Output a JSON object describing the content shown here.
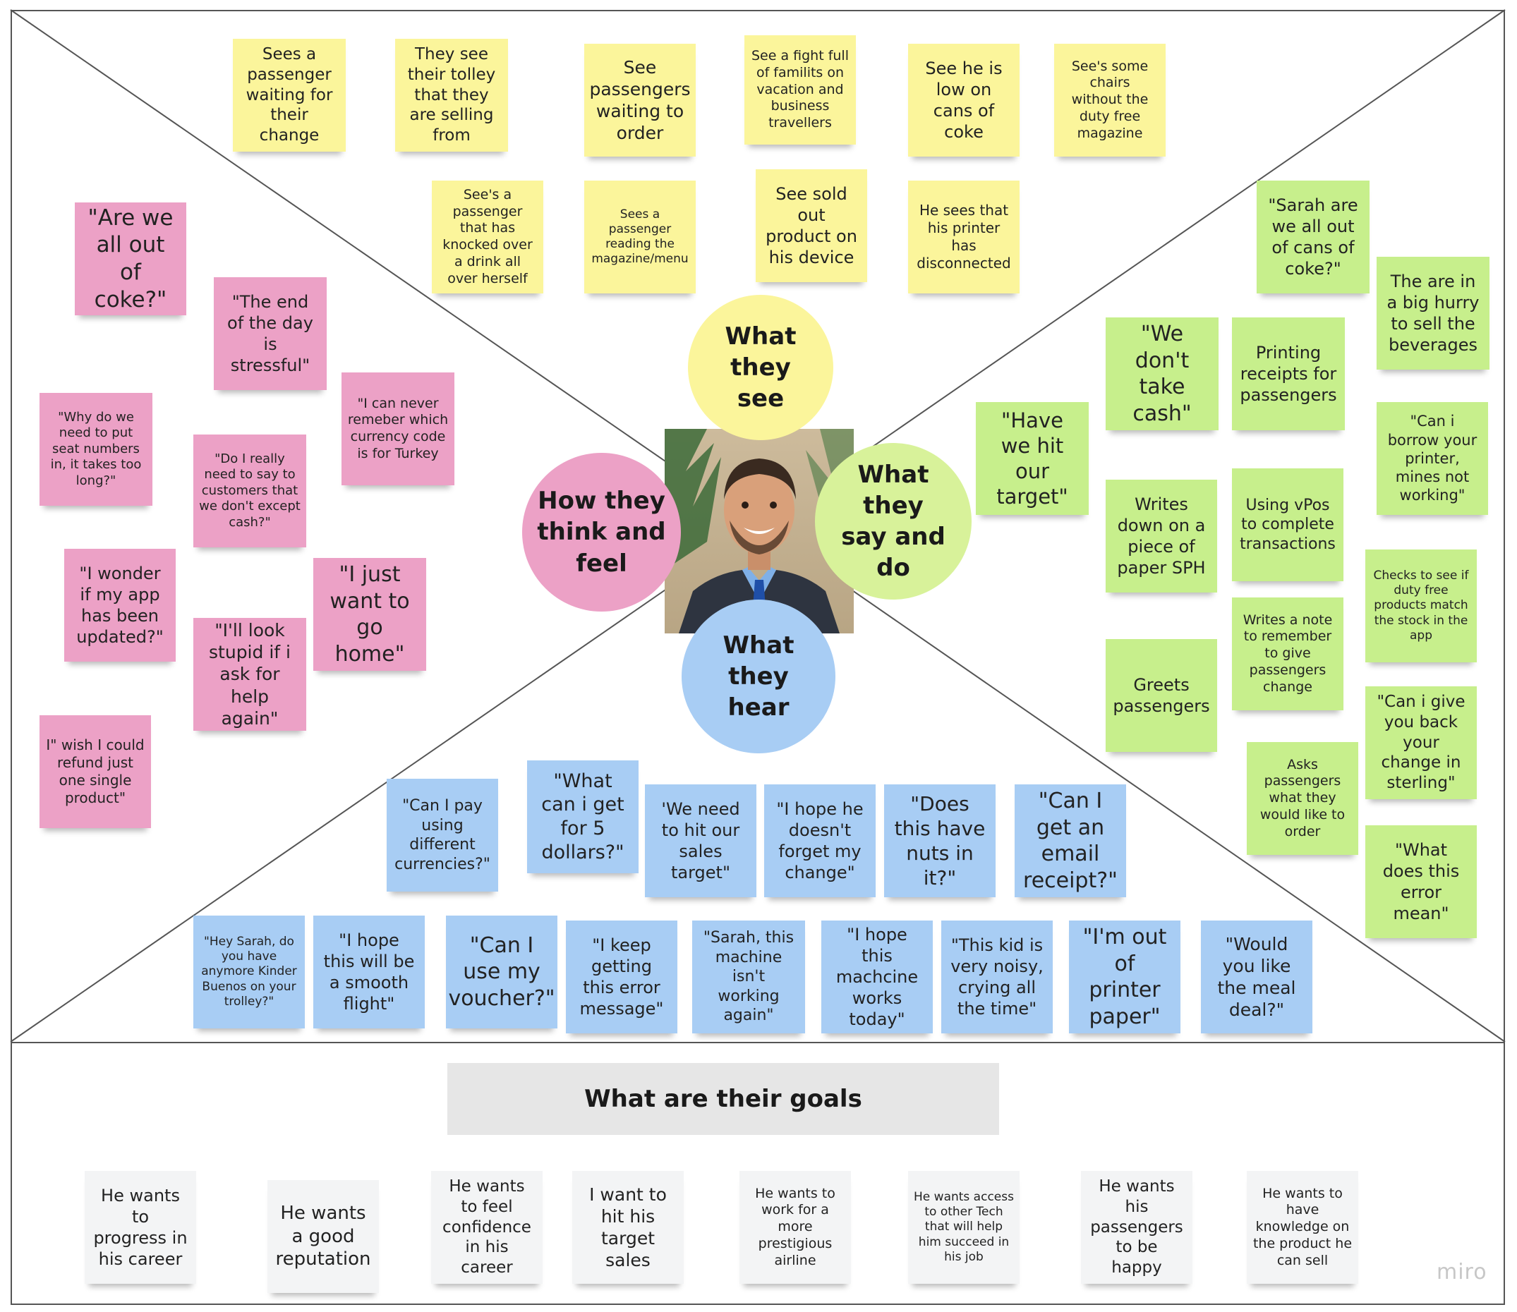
{
  "persona": {
    "photo_description": "smiling man in suit"
  },
  "quadrants": {
    "see": "What they see",
    "say_do": "What they say and do",
    "hear": "What they hear",
    "think_feel": "How they think and feel"
  },
  "goals_title": "What are their goals",
  "brand": "miro",
  "colors": {
    "see": "#fbf59b",
    "think_feel": "#eca1c6",
    "say_do": "#c7ef8c",
    "hear": "#a8cdf4",
    "goals": "#f3f4f5"
  },
  "see_notes": [
    "Sees a passenger waiting for their change",
    "They see their tolley that they are selling from",
    "See passengers waiting to order",
    "See a fight full of familits on vacation and business travellers",
    "See he is low on cans of coke",
    "See's some chairs without the duty free magazine",
    "See's a passenger that has knocked over a drink all over herself",
    "Sees a passenger reading the magazine/menu",
    "See sold out product on his device",
    "He sees that his printer has disconnected"
  ],
  "think_notes": [
    "\"Are we all out of coke?\"",
    "\"The end of the day is stressful\"",
    "\"I can never remeber which currency code is for Turkey",
    "\"Why do we need to put seat numbers in, it takes too long?\"",
    "\"Do I really need to say to customers that we don't except cash?\"",
    "\"I wonder if my app has been updated?\"",
    "\"I just want to go home\"",
    "\"I'll look stupid if i ask for help again\"",
    "I\" wish I could refund just one single product\""
  ],
  "say_do_notes": [
    "\"Sarah  are we all out of cans of coke?\"",
    "The are in a big hurry to sell the beverages",
    "\"We don't take cash\"",
    "Printing receipts for passengers",
    "\"Have we hit our target\"",
    "\"Can i borrow your printer, mines not working\"",
    "Writes down on a piece of paper SPH",
    "Using vPos to complete transactions",
    "Checks to see if duty free products match the stock in the app",
    "Writes a note to remember to give passengers change",
    "Greets passengers",
    "\"Can i give you back your change in sterling\"",
    "Asks passengers what they would like to order",
    "\"What does this error mean\""
  ],
  "hear_notes": [
    "\"Can I pay using different currencies?\"",
    "\"What can i get for 5 dollars?\"",
    "'We need to hit our sales target\"",
    "\"I hope he doesn't forget my change\"",
    "\"Does this have nuts in it?\"",
    "\"Can I get an email receipt?\"",
    "\"Hey Sarah, do you have anymore Kinder Buenos on your trolley?\"",
    "\"I hope this will be a smooth flight\"",
    "\"Can I use my voucher?\"",
    "\"I keep getting this error message\"",
    "\"Sarah, this machine isn't working again\"",
    "\"I hope this machcine works today\"",
    "\"This kid is very noisy, crying all the time\"",
    "\"I'm out of printer paper\"",
    "\"Would you like the meal deal?\""
  ],
  "goal_notes": [
    "He wants to progress in his career",
    "He wants a good reputation",
    "He wants to feel confidence in his career",
    "I want to hit his target sales",
    "He wants to work for a more prestigious airline",
    "He wants access to other Tech that will help him succeed in his job",
    "He wants his passengers to be happy",
    "He wants to have knowledge on the product he can sell"
  ]
}
